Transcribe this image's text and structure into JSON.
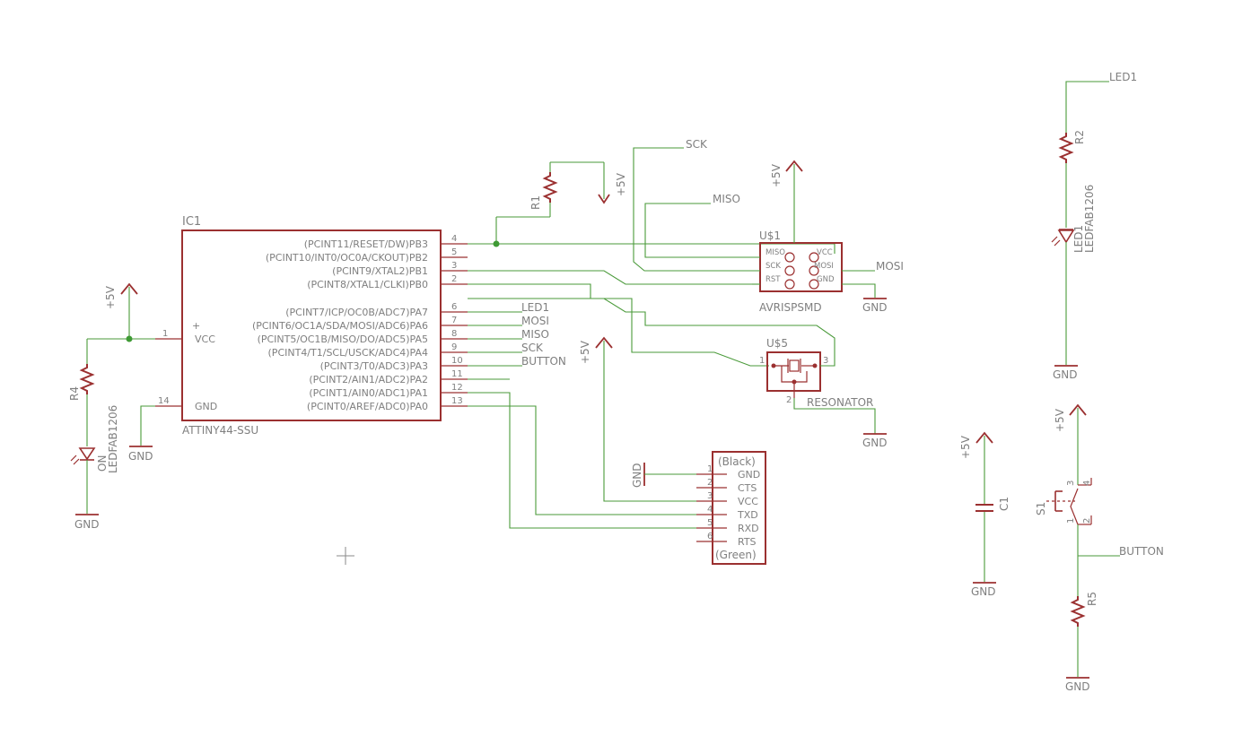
{
  "ic1": {
    "name": "IC1",
    "value": "ATTINY44-SSU",
    "pins_right": [
      {
        "num": "4",
        "label": "(PCINT11/RESET/DW)PB3"
      },
      {
        "num": "5",
        "label": "(PCINT10/INT0/OC0A/CKOUT)PB2"
      },
      {
        "num": "3",
        "label": "(PCINT9/XTAL2)PB1"
      },
      {
        "num": "2",
        "label": "(PCINT8/XTAL1/CLKI)PB0"
      },
      {
        "num": "6",
        "label": "(PCINT7/ICP/OC0B/ADC7)PA7"
      },
      {
        "num": "7",
        "label": "(PCINT6/OC1A/SDA/MOSI/ADC6)PA6"
      },
      {
        "num": "8",
        "label": "(PCINT5/OC1B/MISO/DO/ADC5)PA5"
      },
      {
        "num": "9",
        "label": "(PCINT4/T1/SCL/USCK/ADC4)PA4"
      },
      {
        "num": "10",
        "label": "(PCINT3/T0/ADC3)PA3"
      },
      {
        "num": "11",
        "label": "(PCINT2/AIN1/ADC2)PA2"
      },
      {
        "num": "12",
        "label": "(PCINT1/AIN0/ADC1)PA1"
      },
      {
        "num": "13",
        "label": "(PCINT0/AREF/ADC0)PA0"
      }
    ],
    "pins_left": [
      {
        "num": "1",
        "label": "VCC"
      },
      {
        "num": "14",
        "label": "GND"
      }
    ],
    "net_labels": [
      "LED1",
      "MOSI",
      "MISO",
      "SCK",
      "BUTTON"
    ]
  },
  "r1": {
    "name": "R1"
  },
  "r2": {
    "name": "R2"
  },
  "r4": {
    "name": "R4"
  },
  "r5": {
    "name": "R5"
  },
  "c1": {
    "name": "C1"
  },
  "s1": {
    "name": "S1",
    "pins": [
      "3",
      "4",
      "1",
      "2"
    ]
  },
  "led_on": {
    "name": "ON",
    "value": "LEDFAB1206"
  },
  "led1": {
    "name": "LED1",
    "value": "LEDFAB1206"
  },
  "isp": {
    "name": "U$1",
    "value": "AVRISPSMD",
    "pins": [
      "MISO",
      "VCC",
      "SCK",
      "MOSI",
      "RST",
      "GND"
    ],
    "nets": {
      "sck": "SCK",
      "miso": "MISO",
      "mosi": "MOSI"
    }
  },
  "resonator": {
    "name": "U$5",
    "value": "RESONATOR",
    "pins": [
      "1",
      "2",
      "3"
    ]
  },
  "ftdi": {
    "top_label": "(Black)",
    "bottom_label": "(Green)",
    "pins": [
      {
        "num": "1",
        "label": "GND"
      },
      {
        "num": "2",
        "label": "CTS"
      },
      {
        "num": "3",
        "label": "VCC"
      },
      {
        "num": "4",
        "label": "TXD"
      },
      {
        "num": "5",
        "label": "RXD"
      },
      {
        "num": "6",
        "label": "RTS"
      }
    ]
  },
  "nets": {
    "supply": "+5V",
    "ground": "GND",
    "led_net": "LED1",
    "button_net": "BUTTON",
    "vcc_pin_mark": "+"
  },
  "colors": {
    "component": "#9b3030",
    "wire": "#4a9a3a",
    "text": "#7f7f7f",
    "background": "#ffffff"
  }
}
